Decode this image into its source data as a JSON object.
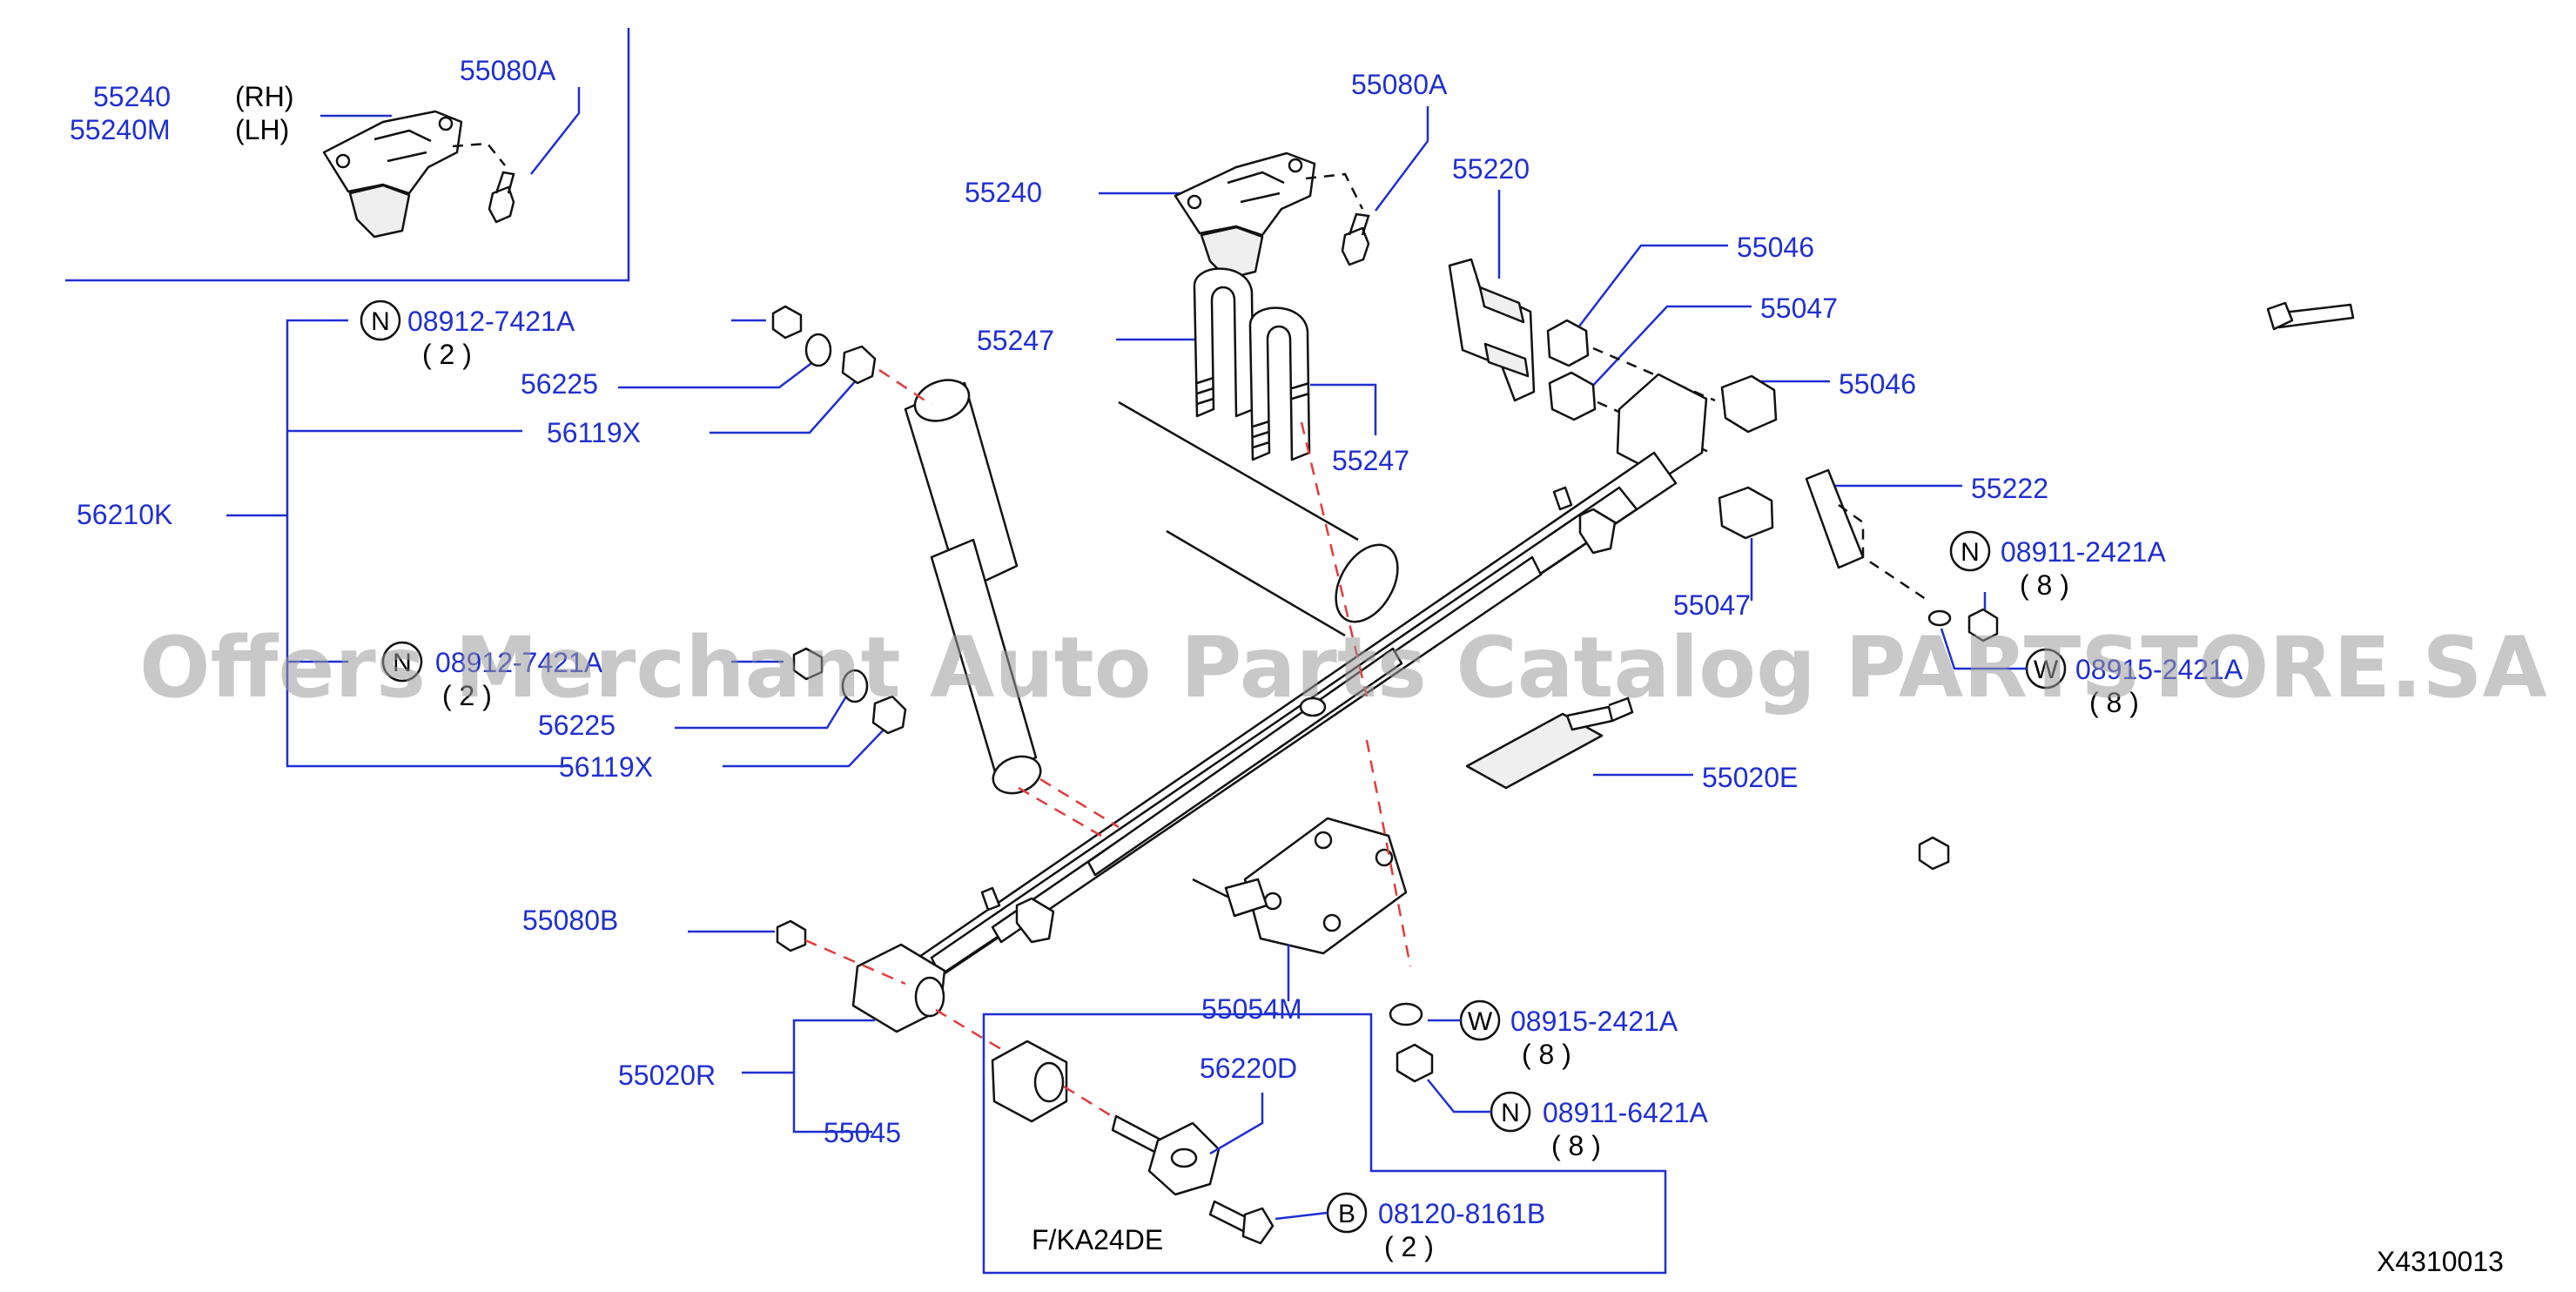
{
  "diagram_code": "X4310013",
  "watermark": "Offers Merchant Auto Parts Catalog PARTSTORE.SA",
  "variant_note": "F/KA24DE",
  "side_labels": {
    "rh": "(RH)",
    "lh": "(LH)"
  },
  "callouts": {
    "p55240": "55240",
    "p55240_inset": "55240",
    "p55240m": "55240M",
    "p55080a_inset": "55080A",
    "p55080a": "55080A",
    "p55220": "55220",
    "p55046_top": "55046",
    "p55047_top": "55047",
    "p55046_right": "55046",
    "p55247_left": "55247",
    "p55247_right": "55247",
    "p55222": "55222",
    "p55047_bottom": "55047",
    "p56210k": "56210K",
    "p56225_top": "56225",
    "p56119x_top": "56119X",
    "p56225_bottom": "56225",
    "p56119x_bottom": "56119X",
    "p55020e": "55020E",
    "p55080b": "55080B",
    "p55054m": "55054M",
    "p55020r": "55020R",
    "p55045": "55045",
    "p56220d": "56220D"
  },
  "fasteners": {
    "n_08912_top": {
      "prefix": "N",
      "part": "08912-7421A",
      "qty": "( 2 )"
    },
    "n_08912_mid": {
      "prefix": "N",
      "part": "08912-7421A",
      "qty": "( 2 )"
    },
    "n_08911_2421a": {
      "prefix": "N",
      "part": "08911-2421A",
      "qty": "( 8 )"
    },
    "w_08915_top": {
      "prefix": "W",
      "part": "08915-2421A",
      "qty": "( 8 )"
    },
    "w_08915_bottom": {
      "prefix": "W",
      "part": "08915-2421A",
      "qty": "( 8 )"
    },
    "n_08911_6421a": {
      "prefix": "N",
      "part": "08911-6421A",
      "qty": "( 8 )"
    },
    "b_08120": {
      "prefix": "B",
      "part": "08120-8161B",
      "qty": "( 2 )"
    }
  },
  "colors": {
    "callout": "#1f2fd1",
    "centerline": "#e23b3b",
    "line_art": "#111111"
  }
}
